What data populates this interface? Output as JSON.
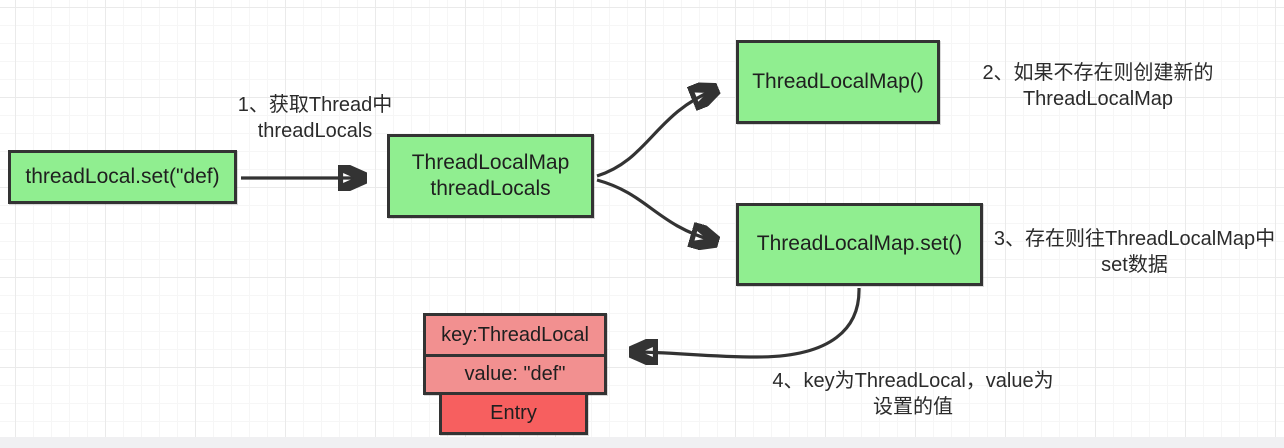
{
  "colors": {
    "box-green": "#90ee90",
    "box-pink": "#f29090",
    "box-red": "#f75f5f",
    "stroke-dark": "#333333",
    "text-dark": "#1f1f1f",
    "footer-gray": "#f0f0f2"
  },
  "nodes": {
    "thread_local_set": {
      "label": "threadLocal.set(\"def)"
    },
    "thread_locals_map": {
      "line1": "ThreadLocalMap",
      "line2": "threadLocals"
    },
    "thread_local_map_ctor": {
      "label": "ThreadLocalMap()"
    },
    "thread_local_map_set": {
      "label": "ThreadLocalMap.set()"
    },
    "entry": {
      "key_label": "key:ThreadLocal",
      "value_label": "value: \"def\"",
      "base_label": "Entry"
    }
  },
  "annotations": {
    "step1": {
      "line1": "1、获取Thread中",
      "line2": "threadLocals"
    },
    "step2": {
      "line1": "2、如果不存在则创建新的",
      "line2": "ThreadLocalMap"
    },
    "step3": {
      "line1": "3、存在则往ThreadLocalMap中",
      "line2": "set数据"
    },
    "step4": {
      "line1": "4、key为ThreadLocal，value为",
      "line2": "设置的值"
    }
  }
}
